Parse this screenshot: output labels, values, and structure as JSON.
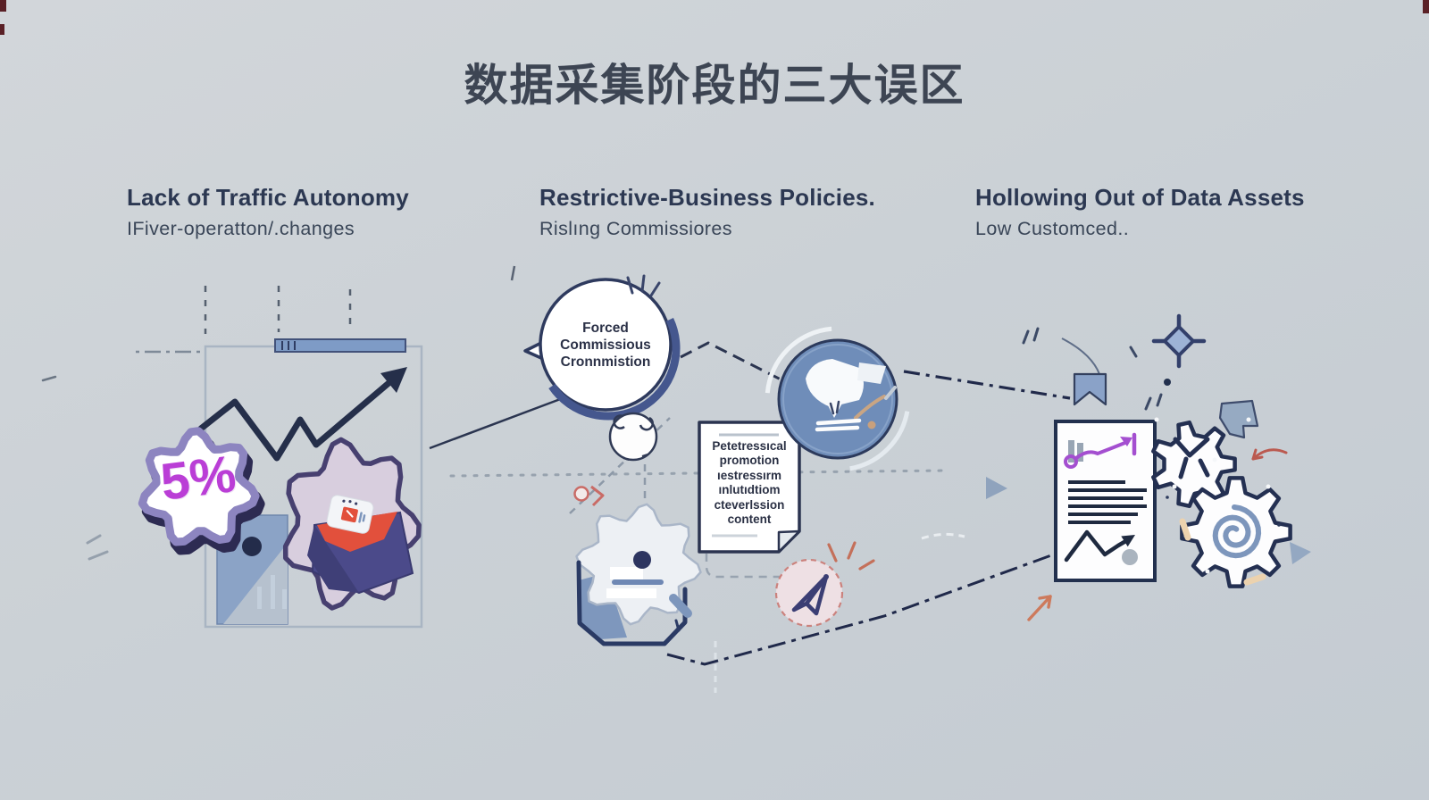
{
  "title": "数据采集阶段的三大误区",
  "columns": [
    {
      "heading": "Lack of Traffic Autonomy",
      "subheading": "IFiver-operatton/.changes"
    },
    {
      "heading": "Restrictive-Business Policies.",
      "subheading": "Rislıng Commissiores"
    },
    {
      "heading": "Hollowing Out of Data Assets",
      "subheading": "Low Customced.."
    }
  ],
  "badges": {
    "discount_percent": "5%"
  },
  "speech_bubble": {
    "lines": [
      "Forced",
      "Commissious",
      "Cronnmistion"
    ]
  },
  "note_document": {
    "lines": [
      "Petetressıcal",
      "promotion",
      "ıestressırm",
      "ınlutıdtiom",
      "cteverlssion",
      "content"
    ]
  },
  "icons": {
    "growth-zigzag-arrow-icon": "rising zigzag arrow",
    "percent-badge": "scalloped seal with 5%",
    "report-card-icon": "blue card with dot and mini bars",
    "puzzle-envelope-icon": "lilac blob with phone in orange envelope",
    "speech-bubble": "round callout with left tail and sparks",
    "curl-circle-icon": "small blob circle with curls",
    "alert-chevron-icon": "red dot and chevron",
    "pen-circle-badge": "blue circle with white pen sketch",
    "note-document": "page with folded corner and text",
    "gear-bowl-icon": "white cog blob in open bowl",
    "paper-plane-icon": "send plane in dashed pink circle",
    "bookmark-flag-icon": "blue bookmark with string",
    "sparkle-icon": "four point star",
    "report-document": "page with purple trend, text lines, zigzag arrow",
    "small-gear-icon": "outlined cog",
    "big-gear-icon": "outlined cog with blue spiral",
    "red-curved-arrow-icon": "red hook arrow",
    "orange-arrow-icon": "salmon diagonal arrow"
  },
  "colors": {
    "background": "#c9cfd5",
    "ink_navy": "#27304e",
    "title": "#3d4553",
    "heading": "#2c3852",
    "accent_purple": "#ba3ed6",
    "chart_purple": "#a44fd0",
    "badge_lavender": "#8d85c0",
    "blue_badge": "#6f8db9",
    "steel_blue": "#7e9bc6",
    "card_blue": "#8ba3c6",
    "blob_lilac": "#d8cede",
    "envelope_navy": "#4b4a8a",
    "flap_orange": "#e2503c",
    "salmon": "#cd7a5c",
    "plane_pink_fill": "#eee0e4",
    "plane_ring": "#cb827d",
    "gear_spiral_blue": "#7d96bc",
    "corner_maroon": "#5a2026"
  }
}
